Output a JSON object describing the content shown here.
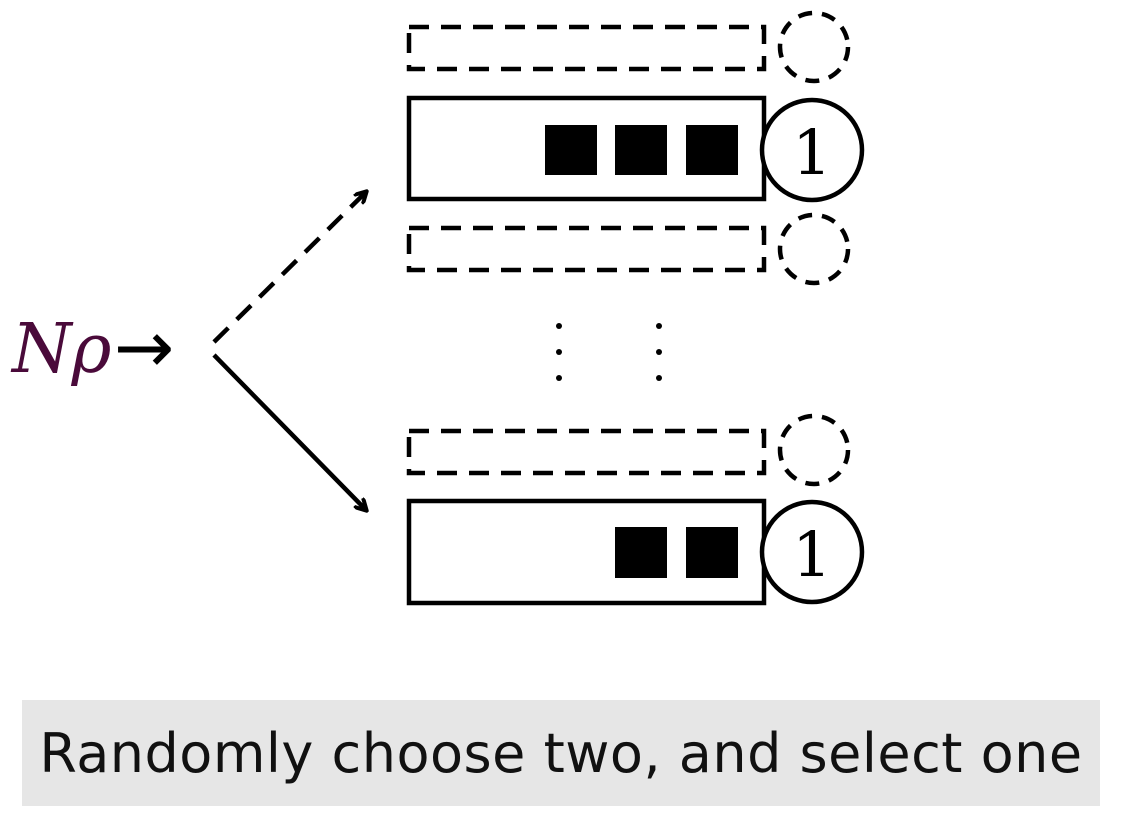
{
  "colors": {
    "stroke": "#000000",
    "label": "#4a0a3a",
    "caption_bg": "#e6e6e6",
    "caption_text": "#111111"
  },
  "input_label": {
    "symbol": "Nρ",
    "arrow": "→"
  },
  "queues": [
    {
      "style": "dashed",
      "server_label": ""
    },
    {
      "style": "solid",
      "jobs": 3,
      "server_label": "1"
    },
    {
      "style": "dashed",
      "server_label": ""
    },
    {
      "style": "dashed",
      "server_label": ""
    },
    {
      "style": "solid",
      "jobs": 2,
      "server_label": "1"
    }
  ],
  "routing": [
    {
      "to_queue": 1,
      "style": "dashed"
    },
    {
      "to_queue": 4,
      "style": "solid"
    }
  ],
  "ellipsis": "⋮",
  "caption": "Randomly choose two, and select one"
}
